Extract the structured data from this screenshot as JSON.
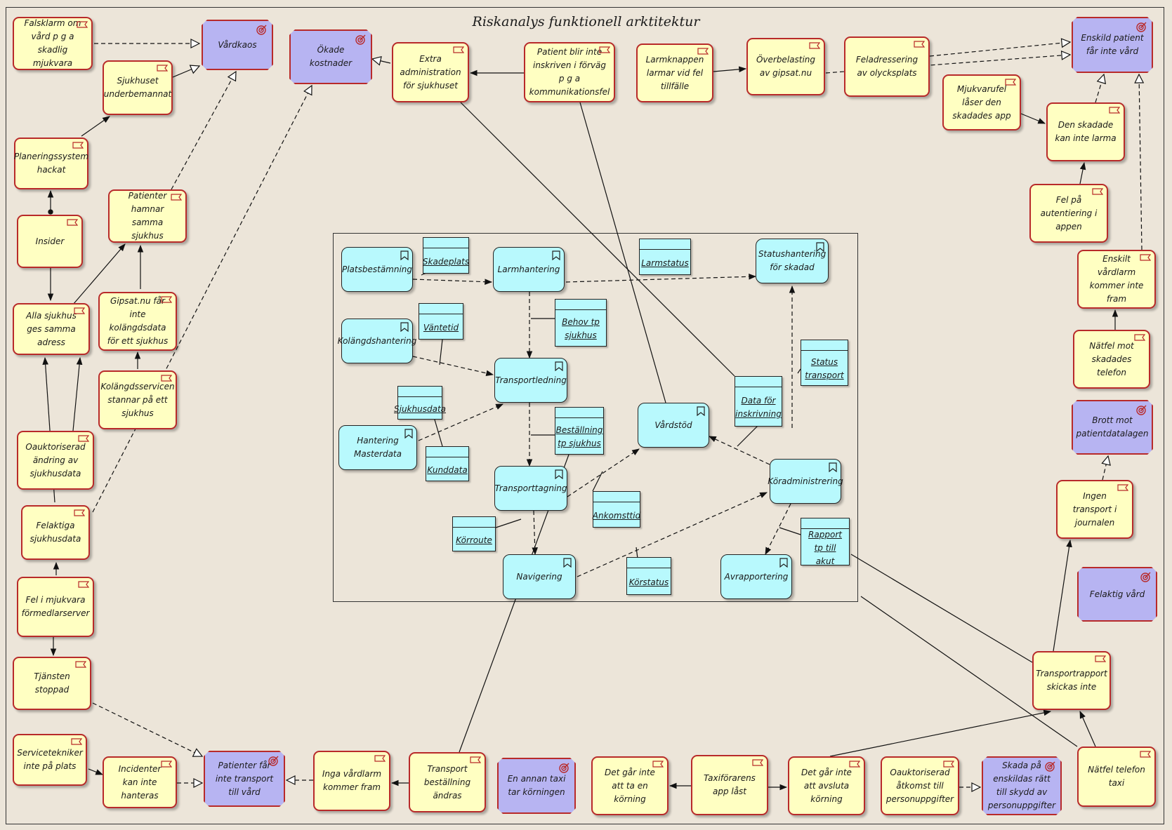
{
  "title": "Riskanalys funktionell arktitektur",
  "colors": {
    "event_fill": "#ffffc2",
    "event_border": "#b82a2a",
    "goal_fill": "#b7b4f2",
    "function_fill": "#b8f9fd",
    "background": "#ece5d9"
  },
  "icons": {
    "event": "flag-icon",
    "goal": "target-icon",
    "function": "bookmark-icon"
  },
  "nodes": {
    "falsklarm": "Falsklarm om vård p g a skadlig mjukvara",
    "vardkaos": "Vårdkaos",
    "okade_kostnader": "Ökade kostnader",
    "extra_admin": "Extra administration för sjukhuset",
    "patient_inskriven": "Patient blir inte inskriven i förväg p g a kommunikationsfel",
    "larmknappen": "Larmknappen larmar vid fel tillfälle",
    "overbelastning": "Överbelasting av gipsat.nu",
    "feladressering": "Feladressering av olycksplats",
    "enskild_patient_vard": "Enskild patient får inte vård",
    "sjukhuset_underbemannat": "Sjukhuset underbemannat",
    "planeringssystem": "Planeringssystem hackat",
    "insider": "Insider",
    "patienter_hamnar": "Patienter hamnar samma sjukhus",
    "alla_sjukhus": "Alla sjukhus ges samma adress",
    "gipsat_kolangd": "Gipsat.nu får inte kolängdsdata för ett sjukhus",
    "kolangdsservicen": "Kolängdsservicen stannar på ett sjukhus",
    "oauktoriserad_andring": "Oauktoriserad ändring av sjukhusdata",
    "felaktiga_sjukhusdata": "Felaktiga sjukhusdata",
    "fel_mjukvara": "Fel i mjukvara förmedlarserver",
    "tjansten_stoppad": "Tjänsten stoppad",
    "servicetekniker": "Servicetekniker inte på plats",
    "incidenter": "Incidenter kan inte hanteras",
    "patienter_transport": "Patienter får inte transport till vård",
    "inga_vardlarm": "Inga vårdlarm kommer fram",
    "transport_bestallning": "Transport beställning ändras",
    "annan_taxi": "En annan taxi tar körningen",
    "ta_korning": "Det går inte att ta en körning",
    "taxiforarens_app": "Taxiförarens app låst",
    "avsluta_korning": "Det går inte att avsluta körning",
    "oauktoriserad_atkomst": "Oauktoriserad åtkomst till personuppgifter",
    "skada_enskildas": "Skada på enskildas rätt till skydd av personuppgifter",
    "natfel_telefon_taxi": "Nätfel telefon taxi",
    "transportrapport": "Transportrapport skickas inte",
    "felaktig_vard": "Felaktig vård",
    "ingen_transport_journalen": "Ingen transport i journalen",
    "brott_patientdatalagen": "Brott mot patientdatalagen",
    "natfel_skadades": "Nätfel mot skadades telefon",
    "enskilt_vardlarm": "Enskilt vårdlarm kommer inte fram",
    "fel_autentiering": "Fel på autentiering i appen",
    "skadade_larma": "Den skadade kan inte larma",
    "mjukvarufel_app": "Mjukvarufel låser den skadades app",
    "platsbestamning": "Platsbestämning",
    "larmhantering": "Larmhantering",
    "statushantering": "Statushantering för skadad",
    "kolangdshantering": "Kolängdshantering",
    "transportledning": "Transportledning",
    "hantering_masterdata": "Hantering Masterdata",
    "transporttagning": "Transporttagning",
    "vardstod": "Vårdstöd",
    "koradministrering": "Köradministrering",
    "navigering": "Navigering",
    "avrapportering": "Avrapportering",
    "skadeplats": "Skadeplats",
    "larmstatus": "Larmstatus",
    "vantetid": "Väntetid",
    "behov_tp": "Behov tp sjukhus",
    "sjukhusdata": "Sjukhusdata",
    "kunddata": "Kunddata",
    "bestallning_tp": "Beställning tp sjukhus",
    "ankomsttid": "Ankomsttid",
    "korroute": "Körroute",
    "korstatus": "Körstatus",
    "data_inskrivning": "Data för inskrivning",
    "status_transport": "Status transport",
    "rapport_tp": "Rapport tp till akut"
  }
}
